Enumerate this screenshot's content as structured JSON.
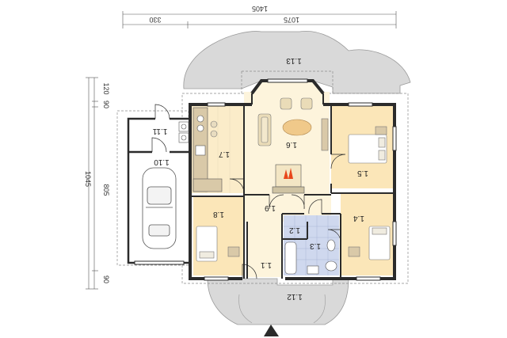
{
  "dimensions": {
    "overall_width": "1405",
    "inner_width": "1075",
    "left_segment": "330",
    "overall_depth": "1045",
    "inner_depth": "805",
    "top_offset": "120",
    "top_small": "90",
    "bottom_small": "90"
  },
  "rooms": {
    "r1_1": "1.1",
    "r1_2": "1.2",
    "r1_3": "1.3",
    "r1_4": "1.4",
    "r1_5": "1.5",
    "r1_6": "1.6",
    "r1_7": "1.7",
    "r1_8": "1.8",
    "r1_9": "1.9",
    "r1_10": "1.10",
    "r1_11": "1.11",
    "r1_12": "1.12",
    "r1_13": "1.13"
  },
  "colors": {
    "wall": "#2b2b2b",
    "terrace": "#d9d9d9",
    "bedroom_floor": "#fbe6b8",
    "living_floor": "#fdf4dc",
    "kitchen_floor": "#fbecc9",
    "bathroom_floor": "#cfd8ee",
    "hall_floor": "#fdf4dc",
    "garage_floor": "#ffffff"
  }
}
